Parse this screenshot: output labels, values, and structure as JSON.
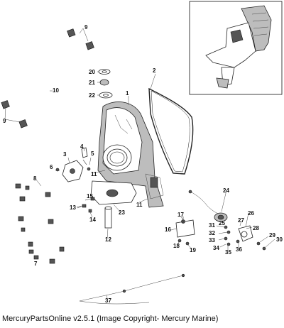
{
  "diagram": {
    "callouts": [
      "1",
      "2",
      "3",
      "4",
      "5",
      "6",
      "7",
      "8",
      "9",
      "9",
      "10",
      "11",
      "11",
      "12",
      "13",
      "14",
      "15",
      "16",
      "17",
      "18",
      "19",
      "20",
      "21",
      "22",
      "23",
      "24",
      "25",
      "26",
      "27",
      "28",
      "29",
      "30",
      "31",
      "32",
      "33",
      "34",
      "35",
      "36",
      "37"
    ]
  },
  "caption": "MercuryPartsOnline v2.5.1 (Image Copyright- Mercury Marine)"
}
